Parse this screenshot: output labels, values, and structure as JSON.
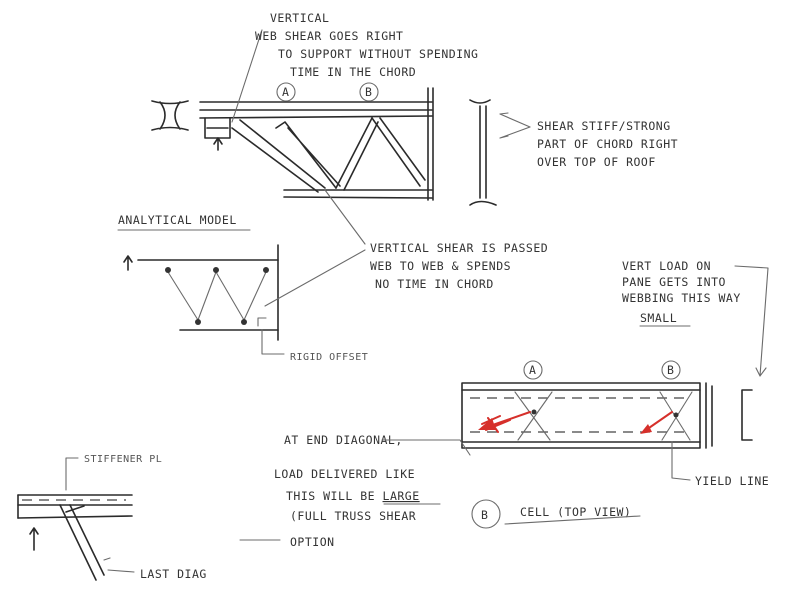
{
  "notes": {
    "top_line1": "VERTICAL",
    "top_line2": "WEB SHEAR GOES RIGHT",
    "top_line3": "TO SUPPORT WITHOUT SPENDING",
    "top_line4": "TIME IN THE CHORD",
    "shear_stiff1": "SHEAR STIFF/STRONG",
    "shear_stiff2": "PART OF CHORD RIGHT",
    "shear_stiff3": "OVER TOP OF ROOF",
    "analytical_model": "ANALYTICAL MODEL",
    "vertical_shear1": "VERTICAL SHEAR IS PASSED",
    "vertical_shear2": "WEB TO WEB & SPENDS",
    "vertical_shear3": "NO TIME IN CHORD",
    "rigid_offset": "RIGID OFFSET",
    "vert_load1": "VERT LOAD ON",
    "vert_load2": "PANE GETS INTO",
    "vert_load3": "WEBBING THIS WAY",
    "vert_load4": "SMALL",
    "end_diag1": "AT END DIAGONAL,",
    "end_diag2": "LOAD DELIVERED LIKE",
    "end_diag3a": "THIS WILL BE ",
    "end_diag3b": "LARGE",
    "end_diag4": "(FULL TRUSS SHEAR",
    "end_diag5": "OPTION",
    "yield_line": "YIELD LINE",
    "stiffener": "STIFFENER PL",
    "last_diag": "LAST DIAG",
    "cell_top_view": "CELL (TOP VIEW)",
    "label_a_top": "A",
    "label_b_top": "B",
    "label_a_cell": "A",
    "label_b_cell": "B",
    "label_b_bottom": "B"
  },
  "colors": {
    "ink": "#2b2b2b",
    "pencil": "#6b6b6b",
    "highlight": "#d6302b",
    "paper": "#ffffff"
  }
}
